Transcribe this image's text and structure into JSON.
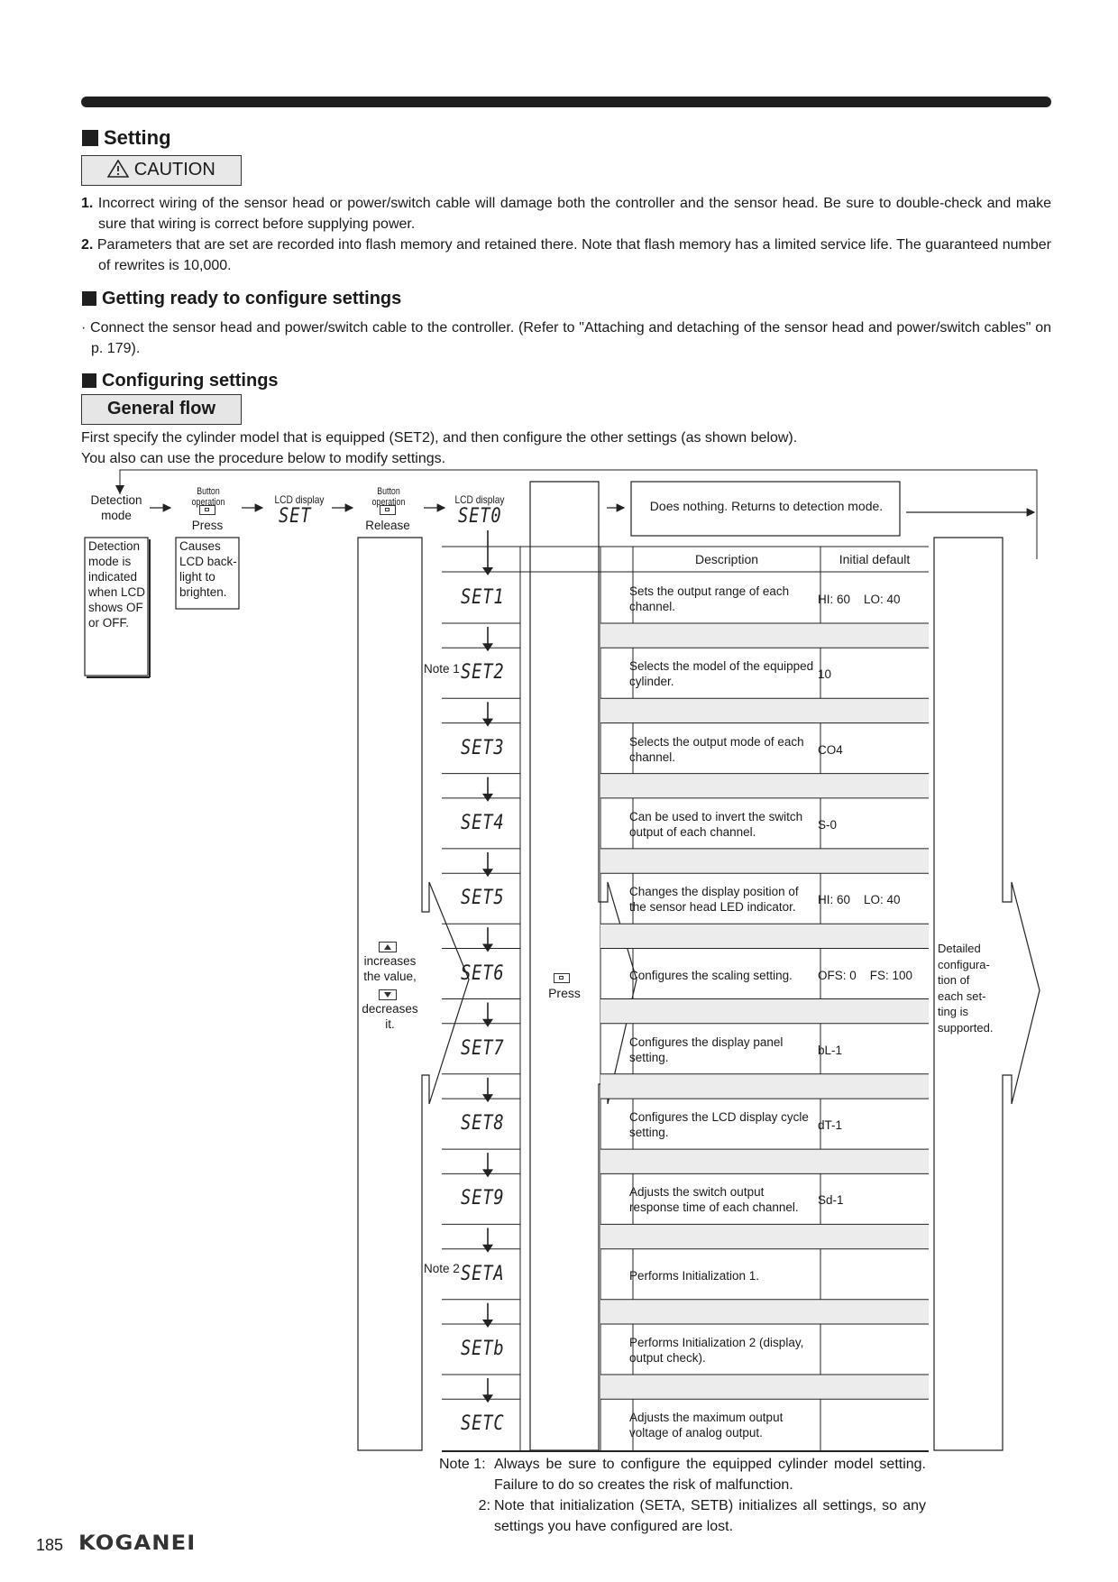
{
  "section": {
    "title": "Setting",
    "caution_label": "CAUTION",
    "cautions": [
      {
        "num": "1.",
        "text": "Incorrect wiring of the sensor head or power/switch cable will damage both the controller and the sensor head. Be sure to double-check and make sure that wiring is correct before supplying power."
      },
      {
        "num": "2.",
        "text": "Parameters that are set are recorded into flash memory and retained there. Note that flash memory has a limited service life. The guaranteed number of rewrites is 10,000."
      }
    ]
  },
  "getting_ready": {
    "title": "Getting ready to configure settings",
    "bullet": "Connect the sensor head and power/switch cable to the controller. (Refer to \"Attaching and detaching of the sensor head and power/switch cables\" on p. 179)."
  },
  "configuring": {
    "title": "Configuring settings",
    "general_flow_label": "General flow",
    "intro_line1": "First specify the cylinder model that is equipped (SET2), and then configure the other settings (as shown below).",
    "intro_line2": "You also can use the procedure below to modify settings."
  },
  "flow": {
    "detection_mode": "Detection mode",
    "detection_note": "Detection mode is indicated when LCD shows OF or OFF.",
    "button_operation": "Button operation",
    "press": "Press",
    "release": "Release",
    "lcd_display": "LCD display",
    "lcd_set": "SET",
    "lcd_set0": "SET0",
    "causes_note": "Causes LCD back-light to brighten.",
    "does_nothing": "Does nothing. Returns to detection mode.",
    "increases": "increases the value,",
    "decreases": "decreases it.",
    "center_press": "Press",
    "detailed": "Detailed configura-tion of each set-ting is supported.",
    "note1_tag": "Note 1",
    "note2_tag": "Note 2"
  },
  "table": {
    "header_desc": "Description",
    "header_default": "Initial default",
    "rows": [
      {
        "lcd": "SET1",
        "desc": "Sets the output range of each channel.",
        "default": "HI: 60    LO: 40"
      },
      {
        "lcd": "SET2",
        "desc": "Selects the model of the equipped cylinder.",
        "default": "10"
      },
      {
        "lcd": "SET3",
        "desc": "Selects the output mode of each channel.",
        "default": "CO4"
      },
      {
        "lcd": "SET4",
        "desc": "Can be used to invert the switch output of each channel.",
        "default": "S-0"
      },
      {
        "lcd": "SET5",
        "desc": "Changes the display position of the sensor head LED indicator.",
        "default": "HI: 60    LO: 40"
      },
      {
        "lcd": "SET6",
        "desc": "Configures the scaling setting.",
        "default": "OFS: 0    FS: 100"
      },
      {
        "lcd": "SET7",
        "desc": "Configures the display panel setting.",
        "default": "bL-1"
      },
      {
        "lcd": "SET8",
        "desc": "Configures the LCD display cycle setting.",
        "default": "dT-1"
      },
      {
        "lcd": "SET9",
        "desc": "Adjusts the switch output response time of each channel.",
        "default": "Sd-1"
      },
      {
        "lcd": "SETA",
        "desc": "Performs Initialization 1.",
        "default": ""
      },
      {
        "lcd": "SETb",
        "desc": "Performs Initialization 2 (display, output check).",
        "default": ""
      },
      {
        "lcd": "SETC",
        "desc": "Adjusts the maximum output voltage of analog output.",
        "default": ""
      }
    ]
  },
  "notes": {
    "note1_label": "Note 1:",
    "note1_text": "Always be sure to configure the equipped cylinder model setting. Failure to do so creates the risk of malfunction.",
    "note2_label": "2:",
    "note2_text": "Note that initialization (SETA, SETB) initializes all settings, so any settings you have configured are lost."
  },
  "footer": {
    "page_number": "185",
    "brand": "KOGANEI"
  }
}
